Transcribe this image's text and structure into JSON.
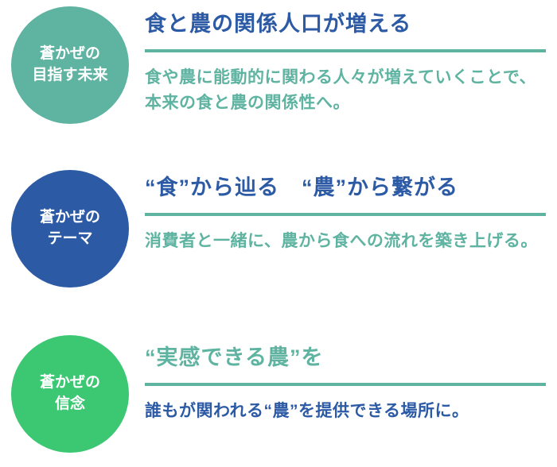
{
  "colors": {
    "teal": "#5fb3a1",
    "blue": "#2c5aa5",
    "green": "#3cc873",
    "circle_text": "#ffffff",
    "underline": "#5fb3a1"
  },
  "sections": [
    {
      "id": "future",
      "circle_line1": "蒼かぜの",
      "circle_line2": "目指す未来",
      "heading": "食と農の関係人口が増える",
      "body": "食や農に能動的に関わる人々が増えていくことで、本来の食と農の関係性へ。"
    },
    {
      "id": "theme",
      "circle_line1": "蒼かぜの",
      "circle_line2": "テーマ",
      "heading": "“食”から辿る　“農”から繋がる",
      "body": "消費者と一緒に、農から食への流れを築き上げる。"
    },
    {
      "id": "belief",
      "circle_line1": "蒼かぜの",
      "circle_line2": "信念",
      "heading": "“実感できる農”を",
      "body": "誰もが関われる“農”を提供できる場所に。"
    }
  ]
}
